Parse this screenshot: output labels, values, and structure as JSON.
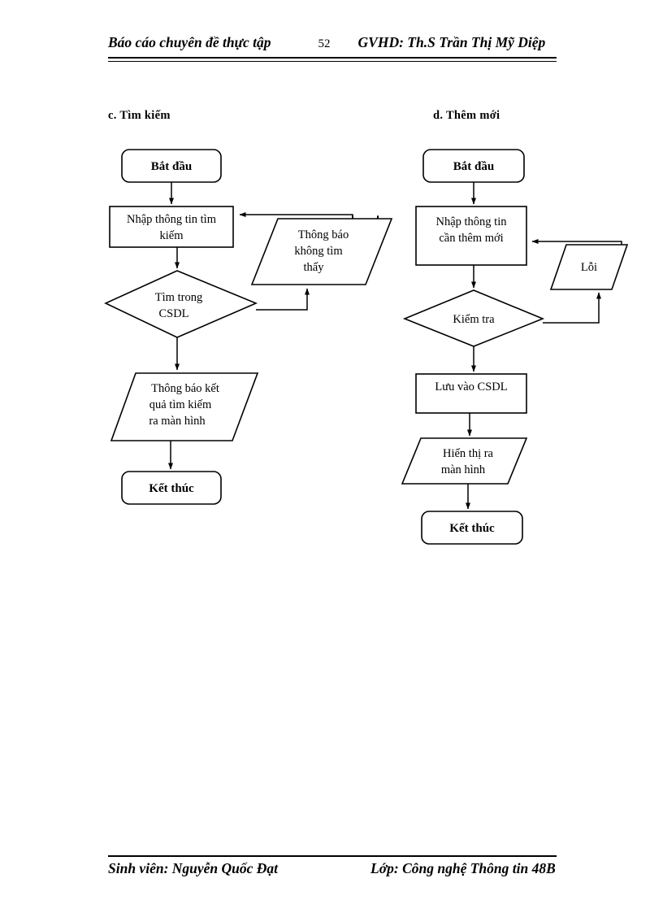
{
  "header": {
    "left_title": "Báo cáo chuyên đề thực tập",
    "page_number": "52",
    "right_title": "GVHD: Th.S Trần Thị Mỹ Diệp"
  },
  "footer": {
    "left_text": "Sinh viên: Nguyễn Quốc Đạt",
    "right_text": "Lớp: Công nghệ Thông tin 48B"
  },
  "sections": {
    "search": {
      "caption": "c. Tìm kiếm",
      "nodes": {
        "start": "Bắt đầu",
        "input_line1": "Nhập thông tin tìm",
        "input_line2": "kiếm",
        "decision_line1": "Tìm trong",
        "decision_line2": "CSDL",
        "notfound_line1": "Thông báo",
        "notfound_line2": "không tìm",
        "notfound_line3": "thấy",
        "result_line1": "Thông báo kết",
        "result_line2": "quả tìm kiếm",
        "result_line3": "ra màn hình",
        "end": "Kết thúc"
      }
    },
    "add_new": {
      "caption": "d. Thêm mới",
      "nodes": {
        "start": "Bắt đầu",
        "input_line1": "Nhập thông tin",
        "input_line2": "cần thêm mới",
        "error": "Lỗi",
        "decision": "Kiểm tra",
        "save": "Lưu vào CSDL",
        "display_line1": "Hiển thị ra",
        "display_line2": "màn hình",
        "end": "Kết thúc"
      }
    }
  },
  "colors": {
    "ink": "#000000",
    "paper": "#ffffff"
  }
}
